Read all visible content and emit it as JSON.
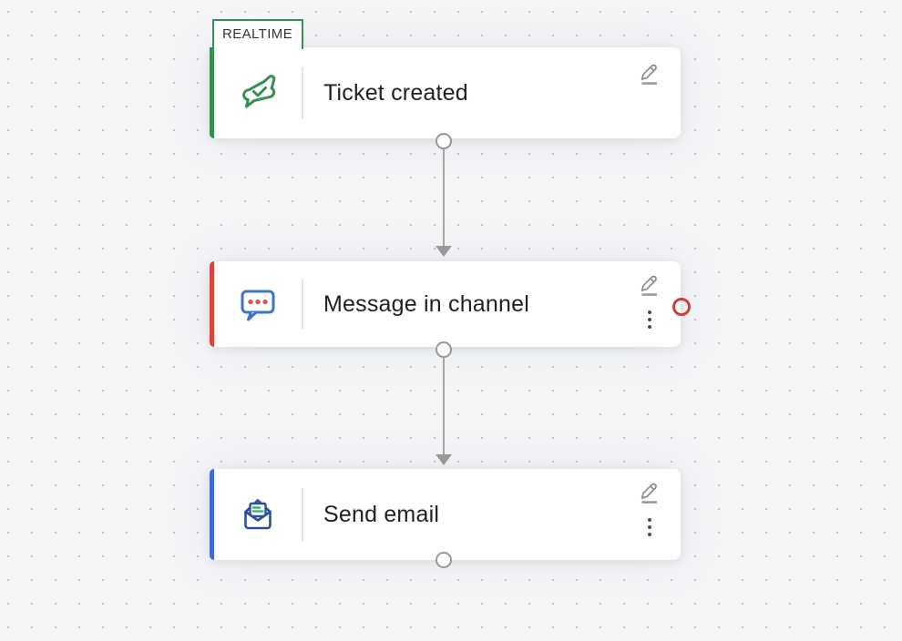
{
  "badge": {
    "label": "REALTIME"
  },
  "nodes": [
    {
      "id": "ticket-created",
      "title": "Ticket created",
      "accent_color": "#35914f",
      "icon": "ticket-created-icon",
      "trigger_badge": "REALTIME",
      "controls": [
        "edit"
      ]
    },
    {
      "id": "message-in-channel",
      "title": "Message in channel",
      "accent_color": "#d8453e",
      "icon": "message-in-channel-icon",
      "controls": [
        "edit",
        "menu"
      ],
      "has_error_marker": true
    },
    {
      "id": "send-email",
      "title": "Send email",
      "accent_color": "#3f6ad1",
      "icon": "send-email-icon",
      "controls": [
        "edit",
        "menu"
      ]
    }
  ],
  "colors": {
    "canvas_bg": "#f4f5f7",
    "grid_dot": "#bcc0c6",
    "connector_gray": "#9e9e9e",
    "edit_icon_gray": "#8b8b8b",
    "error_marker_red": "#cf3f38",
    "title_text": "#212121",
    "badge_border_green": "#35914f",
    "chat_icon_blue": "#3b74c8",
    "chat_dots_red": "#e25550",
    "email_icon_navy": "#2d4f99",
    "email_lines_green": "#2faf7e"
  }
}
